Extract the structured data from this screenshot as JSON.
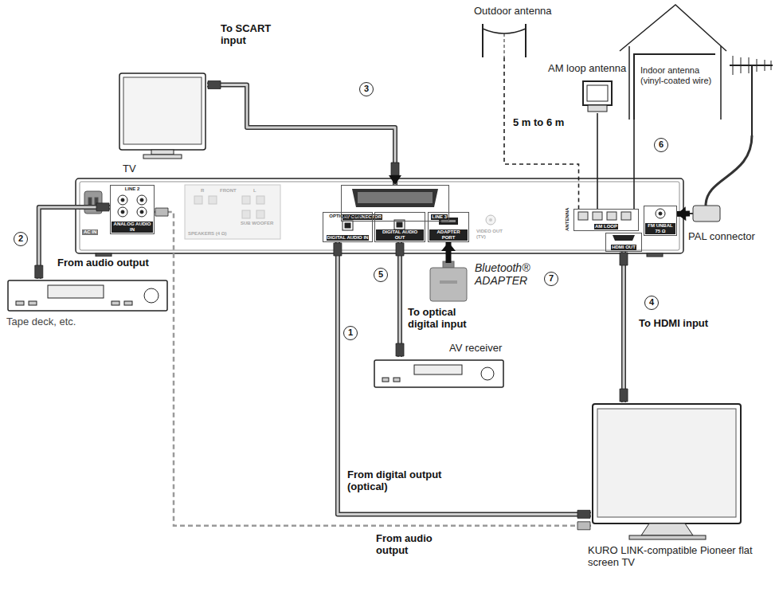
{
  "diagram": {
    "nodes": [
      {
        "text": [
          "TV"
        ]
      },
      {
        "text": [
          "AV CONNECTOR",
          "LINE 3"
        ]
      },
      {
        "text": [
          "Tape deck, etc."
        ]
      },
      {
        "text": [
          "LINE 2",
          "ANALOG AUDIO IN"
        ]
      },
      {
        "text": [
          "OPTICAL LINE 1",
          "DIGITAL AUDIO IN"
        ]
      },
      {
        "text": [
          "DIGITAL AUDIO OUT"
        ]
      },
      {
        "text": [
          "ADAPTER PORT"
        ]
      },
      {
        "text": [
          "Bluetooth® ADAPTER"
        ]
      },
      {
        "text": [
          "AV receiver"
        ]
      },
      {
        "text": [
          "AM LOOP"
        ]
      },
      {
        "text": [
          "FM UNBAL 75 Ω"
        ]
      },
      {
        "text": [
          "HDMI OUT"
        ]
      },
      {
        "text": [
          "AM loop antenna"
        ]
      },
      {
        "text": [
          "Outdoor antenna"
        ]
      },
      {
        "text": [
          "Indoor antenna (vinyl-coated wire)"
        ]
      },
      {
        "text": [
          "PAL connector"
        ]
      },
      {
        "text": [
          "KURO LINK-compatible Pioneer flat screen TV"
        ]
      }
    ],
    "edges": [
      {
        "from": 0,
        "to": 1,
        "label": "To SCART input",
        "arrow": "to"
      },
      {
        "from": 2,
        "to": 3,
        "label": "From audio output",
        "arrow": "none"
      },
      {
        "from": 16,
        "to": 4,
        "label": "From digital output (optical)",
        "arrow": "none"
      },
      {
        "from": 5,
        "to": 8,
        "label": "To optical digital input",
        "arrow": "none"
      },
      {
        "from": 7,
        "to": 6,
        "arrow": "to"
      },
      {
        "from": 11,
        "to": 16,
        "label": "To HDMI input",
        "arrow": "none"
      },
      {
        "from": 12,
        "to": 9,
        "arrow": "none"
      },
      {
        "from": 14,
        "to": 9,
        "arrow": "none"
      },
      {
        "from": 13,
        "to": 9,
        "label": "5 m to 6 m",
        "arrow": "none"
      },
      {
        "from": 15,
        "to": 10,
        "arrow": "to"
      },
      {
        "from": 16,
        "to": 3,
        "label": "From audio output",
        "arrow": "none"
      }
    ],
    "labels": [
      "1",
      "2",
      "3",
      "4",
      "5",
      "6",
      "7",
      "AC IN",
      "R",
      "FRONT",
      "L",
      "SUB WOOFER",
      "SPEAKERS (4 Ω)",
      "VIDEO OUT (TV)",
      "ANTENNA"
    ]
  }
}
